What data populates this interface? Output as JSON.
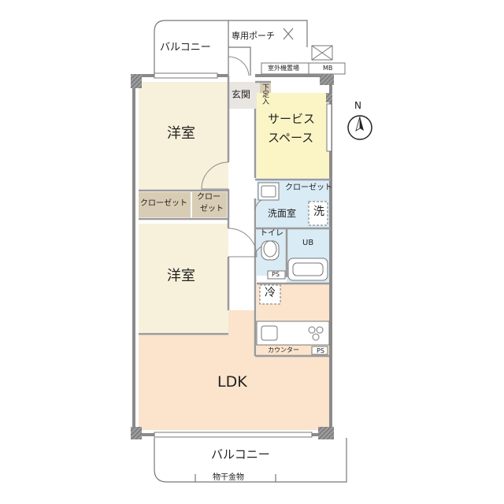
{
  "rooms": {
    "balcony_top": "バルコニー",
    "private_porch": "専用ポーチ",
    "outdoor_unit": "室外機置場",
    "mb": "MB",
    "entrance": "玄関",
    "shoe_box": "下足入",
    "western_1": "洋室",
    "service_space_line1": "サービス",
    "service_space_line2": "スペース",
    "closet_1": "クローゼット",
    "closet_2_line1": "クロー",
    "closet_2_line2": "ゼット",
    "closet_3": "クローゼット",
    "washroom": "洗面室",
    "washer": "洗",
    "toilet": "トイレ",
    "ub": "UB",
    "ps_1": "PS",
    "western_2": "洋室",
    "fridge": "冷",
    "counter": "カウンター",
    "ps_2": "PS",
    "ldk": "LDK",
    "balcony_bottom": "バルコニー",
    "clothes_hanger": "物干金物"
  },
  "compass": {
    "label": "N"
  },
  "colors": {
    "wall": "#8a8a8a",
    "western_room": "#f7f1dc",
    "service_space": "#fbf5c6",
    "closet": "#d8cdb4",
    "wet_area": "#d9ebf5",
    "ldk": "#fbe3cc",
    "entrance": "#e9e6e2",
    "shoe_box": "#d8cdb4"
  }
}
